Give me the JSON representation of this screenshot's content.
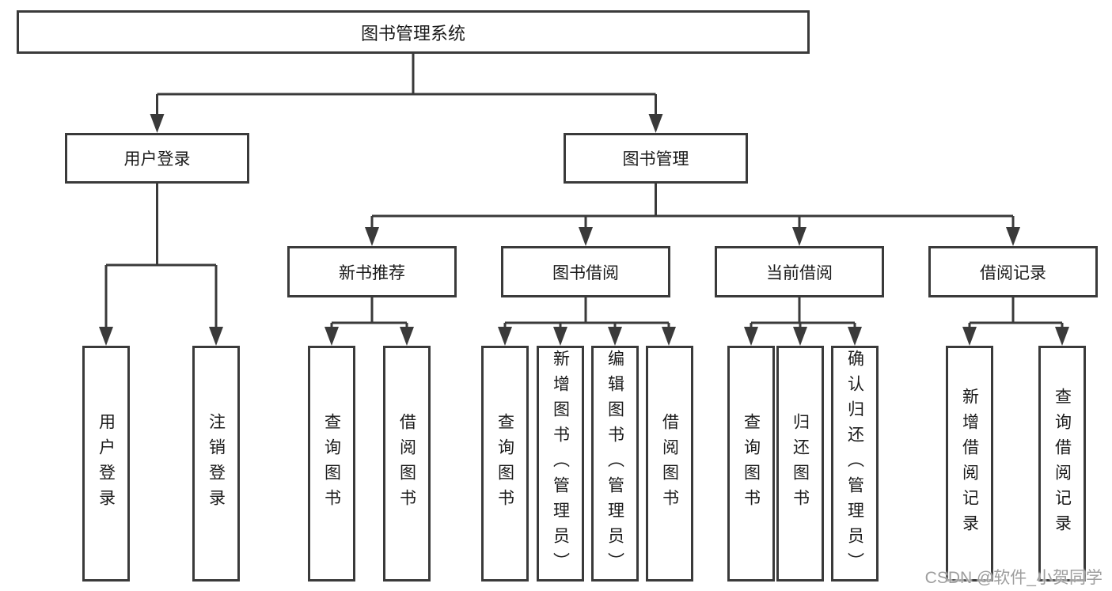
{
  "tree": {
    "root": {
      "label": "图书管理系统",
      "children": [
        {
          "label": "用户登录",
          "children": [
            {
              "label": "用户登录"
            },
            {
              "label": "注销登录"
            }
          ]
        },
        {
          "label": "图书管理",
          "children": [
            {
              "label": "新书推荐",
              "children": [
                {
                  "label": "查询图书"
                },
                {
                  "label": "借阅图书"
                }
              ]
            },
            {
              "label": "图书借阅",
              "children": [
                {
                  "label": "查询图书"
                },
                {
                  "label": "新增图书（管理员）"
                },
                {
                  "label": "编辑图书（管理员）"
                },
                {
                  "label": "借阅图书"
                }
              ]
            },
            {
              "label": "当前借阅",
              "children": [
                {
                  "label": "查询图书"
                },
                {
                  "label": "归还图书"
                },
                {
                  "label": "确认归还（管理员）"
                }
              ]
            },
            {
              "label": "借阅记录",
              "children": [
                {
                  "label": "新增借阅记录"
                },
                {
                  "label": "查询借阅记录"
                }
              ]
            }
          ]
        }
      ]
    }
  },
  "watermark": {
    "text": "CSDN @软件_小贺同学"
  },
  "colors": {
    "line": "#3a3a3a",
    "text": "#1a1a1a",
    "watermark": "#9e9e9e",
    "background": "#ffffff"
  }
}
